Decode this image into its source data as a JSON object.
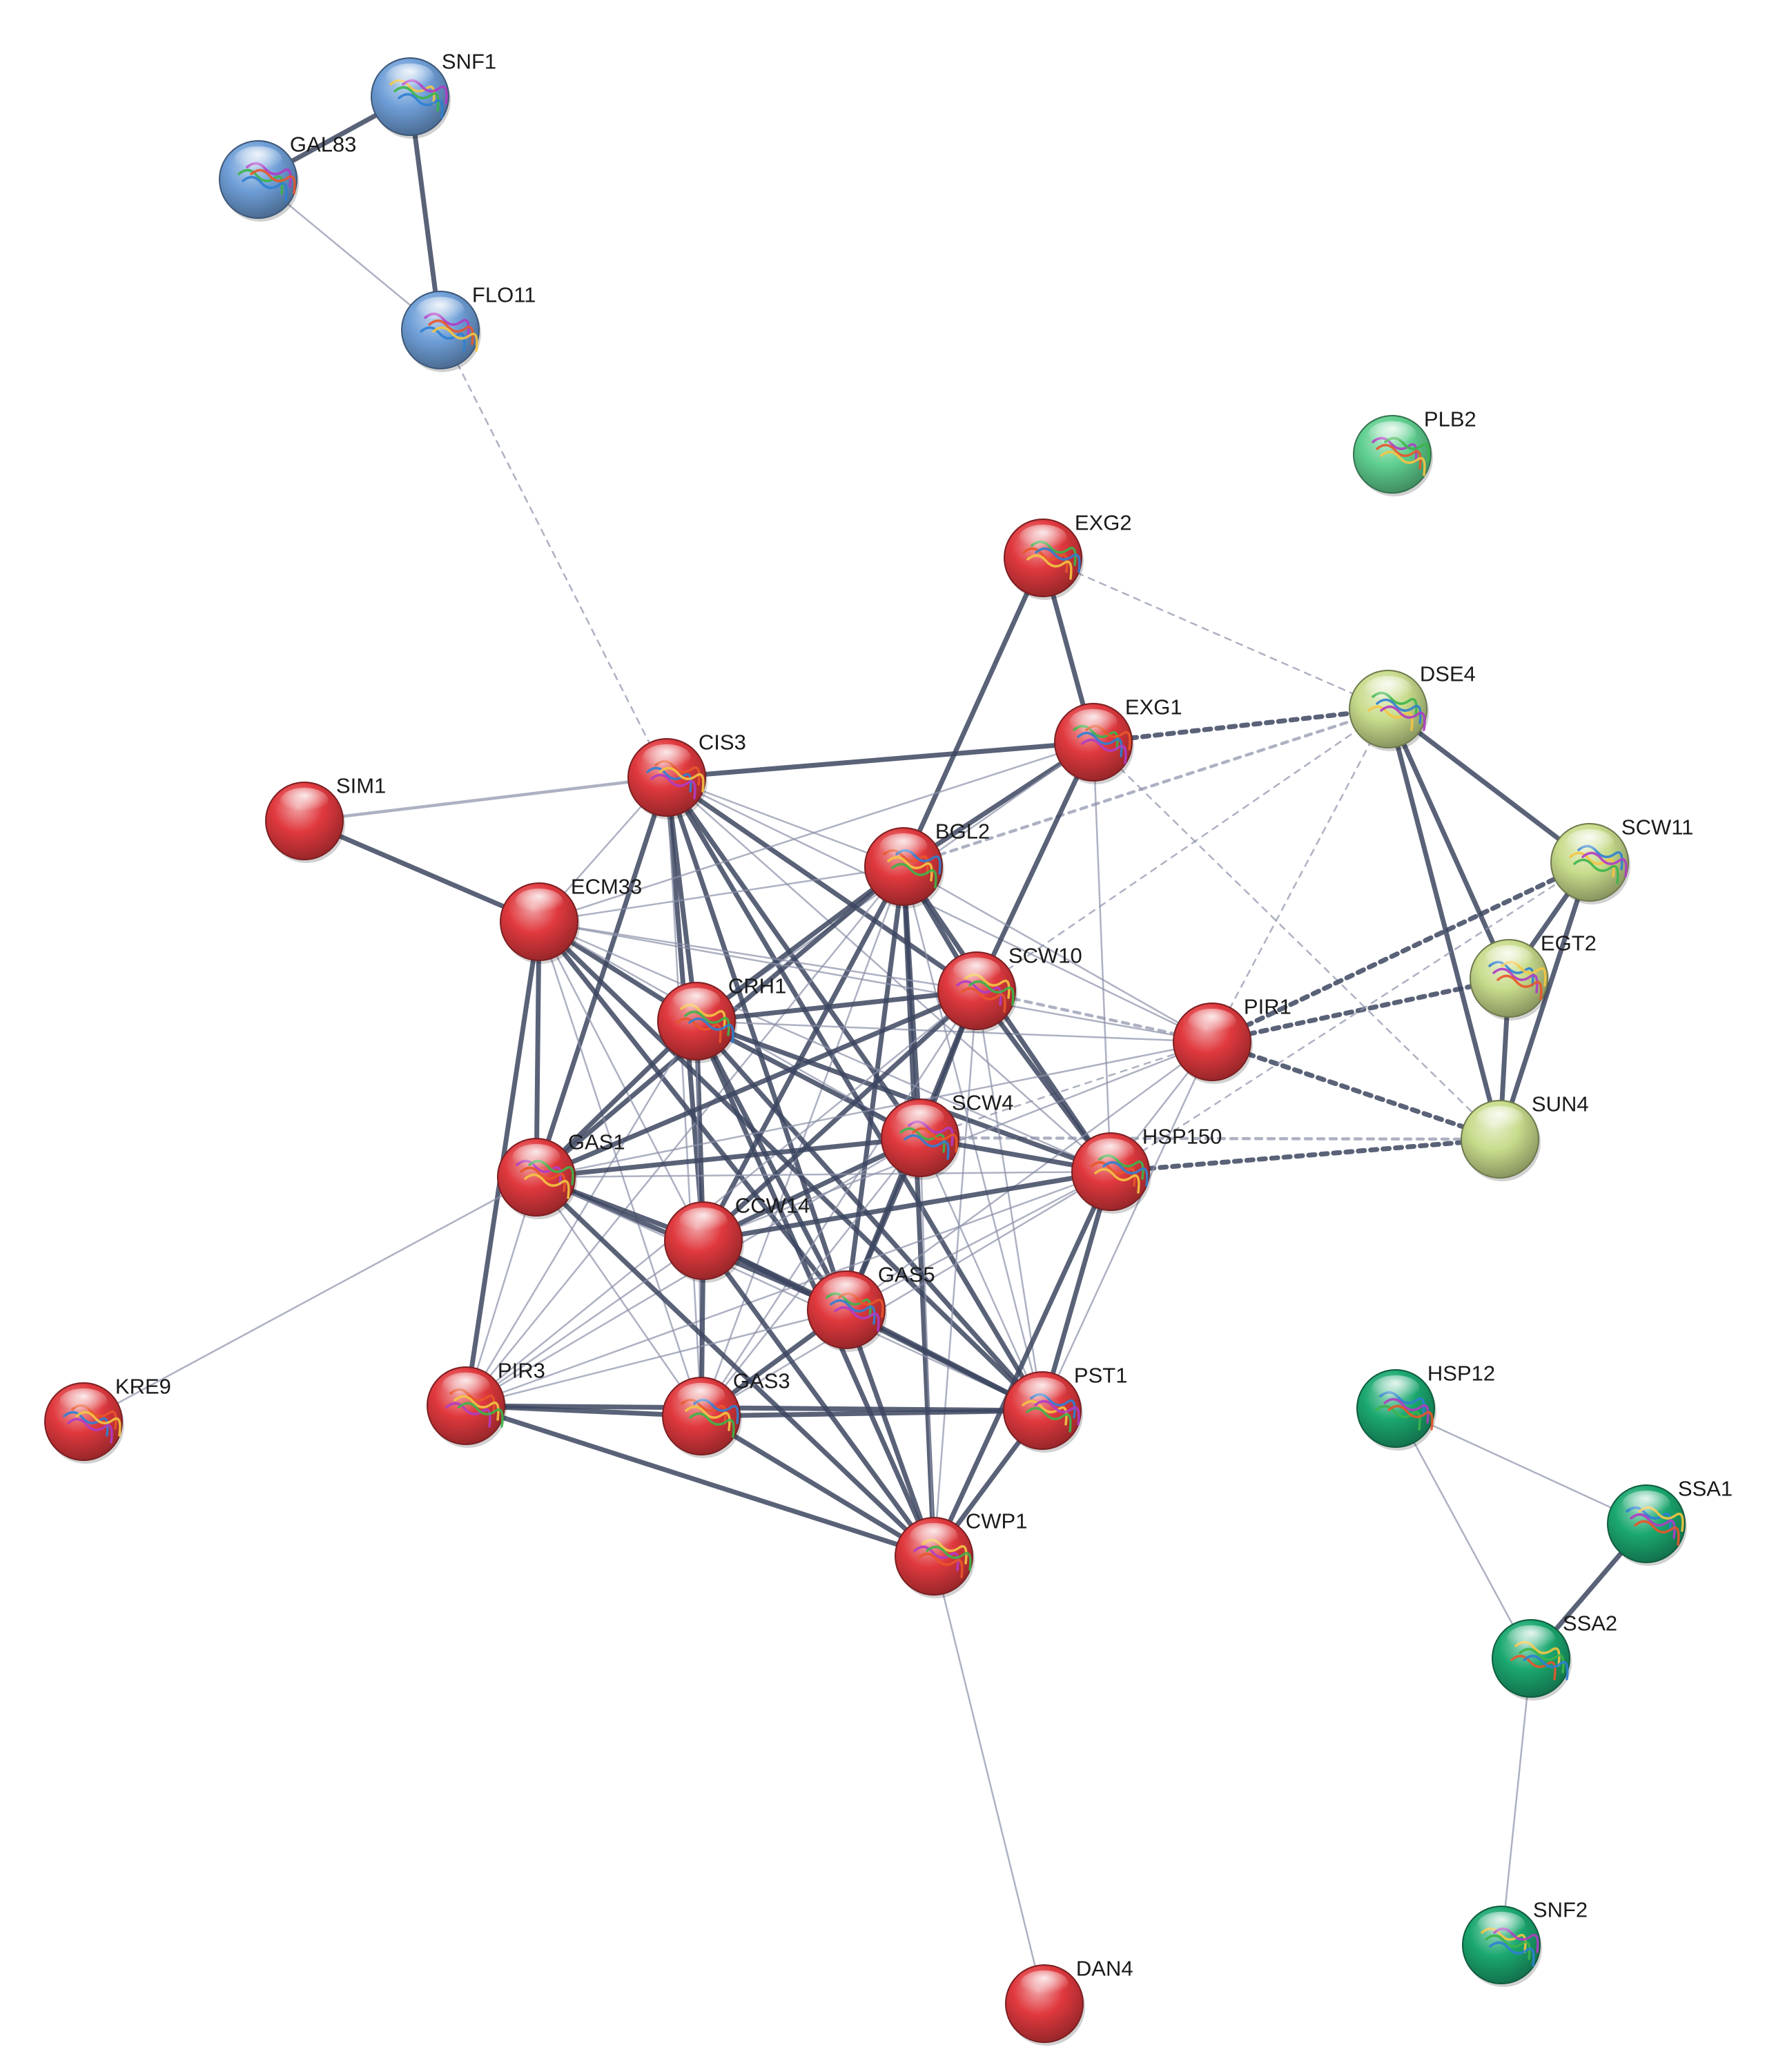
{
  "palette": {
    "red": "#e0393e",
    "blue": "#6f9fd8",
    "khaki": "#c8dc8c",
    "light-green": "#5fcf8f",
    "teal": "#1ba870",
    "edge": "#3d4660",
    "edge-light": "#8a90a8"
  },
  "nodes": [
    {
      "id": "SNF1",
      "label": "SNF1",
      "color": "blue",
      "has_structure": true
    },
    {
      "id": "GAL83",
      "label": "GAL83",
      "color": "blue",
      "has_structure": true
    },
    {
      "id": "FLO11",
      "label": "FLO11",
      "color": "blue",
      "has_structure": true
    },
    {
      "id": "PLB2",
      "label": "PLB2",
      "color": "light-green",
      "has_structure": true
    },
    {
      "id": "EXG2",
      "label": "EXG2",
      "color": "red",
      "has_structure": true
    },
    {
      "id": "DSE4",
      "label": "DSE4",
      "color": "khaki",
      "has_structure": true
    },
    {
      "id": "EXG1",
      "label": "EXG1",
      "color": "red",
      "has_structure": true
    },
    {
      "id": "CIS3",
      "label": "CIS3",
      "color": "red",
      "has_structure": true
    },
    {
      "id": "SIM1",
      "label": "SIM1",
      "color": "red",
      "has_structure": false
    },
    {
      "id": "BGL2",
      "label": "BGL2",
      "color": "red",
      "has_structure": true
    },
    {
      "id": "SCW11",
      "label": "SCW11",
      "color": "khaki",
      "has_structure": true
    },
    {
      "id": "ECM33",
      "label": "ECM33",
      "color": "red",
      "has_structure": false
    },
    {
      "id": "EGT2",
      "label": "EGT2",
      "color": "khaki",
      "has_structure": true
    },
    {
      "id": "SCW10",
      "label": "SCW10",
      "color": "red",
      "has_structure": true
    },
    {
      "id": "CRH1",
      "label": "CRH1",
      "color": "red",
      "has_structure": true
    },
    {
      "id": "PIR1",
      "label": "PIR1",
      "color": "red",
      "has_structure": false
    },
    {
      "id": "SCW4",
      "label": "SCW4",
      "color": "red",
      "has_structure": true
    },
    {
      "id": "SUN4",
      "label": "SUN4",
      "color": "khaki",
      "has_structure": false
    },
    {
      "id": "GAS1",
      "label": "GAS1",
      "color": "red",
      "has_structure": true
    },
    {
      "id": "HSP150",
      "label": "HSP150",
      "color": "red",
      "has_structure": true
    },
    {
      "id": "CCW14",
      "label": "CCW14",
      "color": "red",
      "has_structure": false
    },
    {
      "id": "GAS5",
      "label": "GAS5",
      "color": "red",
      "has_structure": true
    },
    {
      "id": "KRE9",
      "label": "KRE9",
      "color": "red",
      "has_structure": true
    },
    {
      "id": "PIR3",
      "label": "PIR3",
      "color": "red",
      "has_structure": true
    },
    {
      "id": "GAS3",
      "label": "GAS3",
      "color": "red",
      "has_structure": true
    },
    {
      "id": "PST1",
      "label": "PST1",
      "color": "red",
      "has_structure": true
    },
    {
      "id": "HSP12",
      "label": "HSP12",
      "color": "teal",
      "has_structure": true
    },
    {
      "id": "SSA1",
      "label": "SSA1",
      "color": "teal",
      "has_structure": true
    },
    {
      "id": "CWP1",
      "label": "CWP1",
      "color": "red",
      "has_structure": true
    },
    {
      "id": "SSA2",
      "label": "SSA2",
      "color": "teal",
      "has_structure": true
    },
    {
      "id": "SNF2",
      "label": "SNF2",
      "color": "teal",
      "has_structure": true
    },
    {
      "id": "DAN4",
      "label": "DAN4",
      "color": "red",
      "has_structure": false
    }
  ],
  "edges": [
    {
      "source": "SNF1",
      "target": "GAL83",
      "style": "solid",
      "weight": 3
    },
    {
      "source": "SNF1",
      "target": "FLO11",
      "style": "solid",
      "weight": 3
    },
    {
      "source": "GAL83",
      "target": "FLO11",
      "style": "solid",
      "weight": 1
    },
    {
      "source": "FLO11",
      "target": "CIS3",
      "style": "dashed",
      "weight": 1
    },
    {
      "source": "EXG2",
      "target": "EXG1",
      "style": "solid",
      "weight": 3
    },
    {
      "source": "EXG2",
      "target": "BGL2",
      "style": "solid",
      "weight": 3
    },
    {
      "source": "EXG2",
      "target": "DSE4",
      "style": "dashed",
      "weight": 1
    },
    {
      "source": "DSE4",
      "target": "SCW11",
      "style": "solid",
      "weight": 3
    },
    {
      "source": "DSE4",
      "target": "EGT2",
      "style": "solid",
      "weight": 3
    },
    {
      "source": "DSE4",
      "target": "SUN4",
      "style": "solid",
      "weight": 3
    },
    {
      "source": "SCW11",
      "target": "EGT2",
      "style": "solid",
      "weight": 3
    },
    {
      "source": "SCW11",
      "target": "SUN4",
      "style": "solid",
      "weight": 3
    },
    {
      "source": "EGT2",
      "target": "SUN4",
      "style": "solid",
      "weight": 3
    },
    {
      "source": "EXG1",
      "target": "DSE4",
      "style": "dashed",
      "weight": 3
    },
    {
      "source": "BGL2",
      "target": "DSE4",
      "style": "dashed",
      "weight": 2
    },
    {
      "source": "SCW10",
      "target": "DSE4",
      "style": "dashed",
      "weight": 1
    },
    {
      "source": "PIR1",
      "target": "DSE4",
      "style": "dashed",
      "weight": 1
    },
    {
      "source": "EXG1",
      "target": "SUN4",
      "style": "dashed",
      "weight": 1
    },
    {
      "source": "PIR1",
      "target": "SCW11",
      "style": "dashed",
      "weight": 3
    },
    {
      "source": "PIR1",
      "target": "EGT2",
      "style": "dashed",
      "weight": 3
    },
    {
      "source": "PIR1",
      "target": "SUN4",
      "style": "dashed",
      "weight": 3
    },
    {
      "source": "HSP150",
      "target": "SUN4",
      "style": "dashed",
      "weight": 3
    },
    {
      "source": "SCW4",
      "target": "SUN4",
      "style": "dashed",
      "weight": 2
    },
    {
      "source": "HSP150",
      "target": "SCW11",
      "style": "dashed",
      "weight": 1
    },
    {
      "source": "SCW10",
      "target": "PIR1",
      "style": "dashed",
      "weight": 2
    },
    {
      "source": "SCW4",
      "target": "PIR1",
      "style": "dashed",
      "weight": 1
    },
    {
      "source": "SIM1",
      "target": "CIS3",
      "style": "solid",
      "weight": 2
    },
    {
      "source": "SIM1",
      "target": "ECM33",
      "style": "solid",
      "weight": 3
    },
    {
      "source": "CIS3",
      "target": "EXG1",
      "style": "solid",
      "weight": 3
    },
    {
      "source": "CIS3",
      "target": "ECM33",
      "style": "solid",
      "weight": 1
    },
    {
      "source": "CIS3",
      "target": "BGL2",
      "style": "solid",
      "weight": 1
    },
    {
      "source": "CIS3",
      "target": "CRH1",
      "style": "solid",
      "weight": 3
    },
    {
      "source": "CIS3",
      "target": "SCW10",
      "style": "solid",
      "weight": 3
    },
    {
      "source": "CIS3",
      "target": "SCW4",
      "style": "solid",
      "weight": 3
    },
    {
      "source": "CIS3",
      "target": "GAS1",
      "style": "solid",
      "weight": 3
    },
    {
      "source": "CIS3",
      "target": "CCW14",
      "style": "solid",
      "weight": 3
    },
    {
      "source": "CIS3",
      "target": "GAS5",
      "style": "solid",
      "weight": 3
    },
    {
      "source": "CIS3",
      "target": "HSP150",
      "style": "solid",
      "weight": 1
    },
    {
      "source": "CIS3",
      "target": "PIR1",
      "style": "solid",
      "weight": 1
    },
    {
      "source": "CIS3",
      "target": "GAS3",
      "style": "solid",
      "weight": 1
    },
    {
      "source": "CIS3",
      "target": "PST1",
      "style": "solid",
      "weight": 3
    },
    {
      "source": "EXG1",
      "target": "BGL2",
      "style": "solid",
      "weight": 3
    },
    {
      "source": "EXG1",
      "target": "SCW10",
      "style": "solid",
      "weight": 3
    },
    {
      "source": "EXG1",
      "target": "HSP150",
      "style": "solid",
      "weight": 1
    },
    {
      "source": "EXG1",
      "target": "ECM33",
      "style": "solid",
      "weight": 1
    },
    {
      "source": "EXG1",
      "target": "CRH1",
      "style": "solid",
      "weight": 1
    },
    {
      "source": "BGL2",
      "target": "ECM33",
      "style": "solid",
      "weight": 1
    },
    {
      "source": "BGL2",
      "target": "CRH1",
      "style": "solid",
      "weight": 3
    },
    {
      "source": "BGL2",
      "target": "SCW10",
      "style": "solid",
      "weight": 3
    },
    {
      "source": "BGL2",
      "target": "SCW4",
      "style": "solid",
      "weight": 3
    },
    {
      "source": "BGL2",
      "target": "GAS1",
      "style": "solid",
      "weight": 3
    },
    {
      "source": "BGL2",
      "target": "CCW14",
      "style": "solid",
      "weight": 3
    },
    {
      "source": "BGL2",
      "target": "GAS5",
      "style": "solid",
      "weight": 3
    },
    {
      "source": "BGL2",
      "target": "PIR1",
      "style": "solid",
      "weight": 1
    },
    {
      "source": "BGL2",
      "target": "HSP150",
      "style": "solid",
      "weight": 3
    },
    {
      "source": "BGL2",
      "target": "PIR3",
      "style": "solid",
      "weight": 1
    },
    {
      "source": "BGL2",
      "target": "GAS3",
      "style": "solid",
      "weight": 1
    },
    {
      "source": "BGL2",
      "target": "PST1",
      "style": "solid",
      "weight": 1
    },
    {
      "source": "BGL2",
      "target": "CWP1",
      "style": "solid",
      "weight": 3
    },
    {
      "source": "ECM33",
      "target": "CRH1",
      "style": "solid",
      "weight": 3
    },
    {
      "source": "ECM33",
      "target": "SCW10",
      "style": "solid",
      "weight": 1
    },
    {
      "source": "ECM33",
      "target": "SCW4",
      "style": "solid",
      "weight": 1
    },
    {
      "source": "ECM33",
      "target": "GAS1",
      "style": "solid",
      "weight": 3
    },
    {
      "source": "ECM33",
      "target": "CCW14",
      "style": "solid",
      "weight": 1
    },
    {
      "source": "ECM33",
      "target": "GAS5",
      "style": "solid",
      "weight": 3
    },
    {
      "source": "ECM33",
      "target": "PIR1",
      "style": "solid",
      "weight": 1
    },
    {
      "source": "ECM33",
      "target": "HSP150",
      "style": "solid",
      "weight": 1
    },
    {
      "source": "ECM33",
      "target": "PIR3",
      "style": "solid",
      "weight": 3
    },
    {
      "source": "ECM33",
      "target": "GAS3",
      "style": "solid",
      "weight": 1
    },
    {
      "source": "ECM33",
      "target": "PST1",
      "style": "solid",
      "weight": 3
    },
    {
      "source": "CRH1",
      "target": "SCW10",
      "style": "solid",
      "weight": 3
    },
    {
      "source": "CRH1",
      "target": "SCW4",
      "style": "solid",
      "weight": 3
    },
    {
      "source": "CRH1",
      "target": "GAS1",
      "style": "solid",
      "weight": 3
    },
    {
      "source": "CRH1",
      "target": "CCW14",
      "style": "solid",
      "weight": 3
    },
    {
      "source": "CRH1",
      "target": "GAS5",
      "style": "solid",
      "weight": 3
    },
    {
      "source": "CRH1",
      "target": "PIR1",
      "style": "solid",
      "weight": 1
    },
    {
      "source": "CRH1",
      "target": "HSP150",
      "style": "solid",
      "weight": 3
    },
    {
      "source": "CRH1",
      "target": "PIR3",
      "style": "solid",
      "weight": 1
    },
    {
      "source": "CRH1",
      "target": "GAS3",
      "style": "solid",
      "weight": 1
    },
    {
      "source": "CRH1",
      "target": "PST1",
      "style": "solid",
      "weight": 3
    },
    {
      "source": "CRH1",
      "target": "CWP1",
      "style": "solid",
      "weight": 3
    },
    {
      "source": "SCW10",
      "target": "SCW4",
      "style": "solid",
      "weight": 3
    },
    {
      "source": "SCW10",
      "target": "GAS1",
      "style": "solid",
      "weight": 3
    },
    {
      "source": "SCW10",
      "target": "CCW14",
      "style": "solid",
      "weight": 3
    },
    {
      "source": "SCW10",
      "target": "GAS5",
      "style": "solid",
      "weight": 3
    },
    {
      "source": "SCW10",
      "target": "HSP150",
      "style": "solid",
      "weight": 3
    },
    {
      "source": "SCW10",
      "target": "PIR3",
      "style": "solid",
      "weight": 1
    },
    {
      "source": "SCW10",
      "target": "GAS3",
      "style": "solid",
      "weight": 1
    },
    {
      "source": "SCW10",
      "target": "PST1",
      "style": "solid",
      "weight": 1
    },
    {
      "source": "SCW10",
      "target": "CWP1",
      "style": "solid",
      "weight": 1
    },
    {
      "source": "PIR1",
      "target": "GAS1",
      "style": "solid",
      "weight": 1
    },
    {
      "source": "PIR1",
      "target": "CCW14",
      "style": "solid",
      "weight": 1
    },
    {
      "source": "PIR1",
      "target": "HSP150",
      "style": "solid",
      "weight": 1
    },
    {
      "source": "PIR1",
      "target": "GAS5",
      "style": "solid",
      "weight": 1
    },
    {
      "source": "PIR1",
      "target": "PST1",
      "style": "solid",
      "weight": 1
    },
    {
      "source": "SCW4",
      "target": "GAS1",
      "style": "solid",
      "weight": 3
    },
    {
      "source": "SCW4",
      "target": "CCW14",
      "style": "solid",
      "weight": 3
    },
    {
      "source": "SCW4",
      "target": "GAS5",
      "style": "solid",
      "weight": 3
    },
    {
      "source": "SCW4",
      "target": "HSP150",
      "style": "solid",
      "weight": 3
    },
    {
      "source": "SCW4",
      "target": "PIR3",
      "style": "solid",
      "weight": 1
    },
    {
      "source": "SCW4",
      "target": "GAS3",
      "style": "solid",
      "weight": 1
    },
    {
      "source": "SCW4",
      "target": "PST1",
      "style": "solid",
      "weight": 1
    },
    {
      "source": "SCW4",
      "target": "CWP1",
      "style": "solid",
      "weight": 1
    },
    {
      "source": "GAS1",
      "target": "HSP150",
      "style": "solid",
      "weight": 1
    },
    {
      "source": "GAS1",
      "target": "CCW14",
      "style": "solid",
      "weight": 3
    },
    {
      "source": "GAS1",
      "target": "GAS5",
      "style": "solid",
      "weight": 3
    },
    {
      "source": "GAS1",
      "target": "KRE9",
      "style": "solid",
      "weight": 1
    },
    {
      "source": "GAS1",
      "target": "PIR3",
      "style": "solid",
      "weight": 1
    },
    {
      "source": "GAS1",
      "target": "GAS3",
      "style": "solid",
      "weight": 1
    },
    {
      "source": "GAS1",
      "target": "PST1",
      "style": "solid",
      "weight": 1
    },
    {
      "source": "GAS1",
      "target": "CWP1",
      "style": "solid",
      "weight": 3
    },
    {
      "source": "HSP150",
      "target": "CCW14",
      "style": "solid",
      "weight": 3
    },
    {
      "source": "HSP150",
      "target": "GAS5",
      "style": "solid",
      "weight": 1
    },
    {
      "source": "HSP150",
      "target": "PIR3",
      "style": "solid",
      "weight": 1
    },
    {
      "source": "HSP150",
      "target": "GAS3",
      "style": "solid",
      "weight": 1
    },
    {
      "source": "HSP150",
      "target": "PST1",
      "style": "solid",
      "weight": 3
    },
    {
      "source": "HSP150",
      "target": "CWP1",
      "style": "solid",
      "weight": 3
    },
    {
      "source": "CCW14",
      "target": "GAS5",
      "style": "solid",
      "weight": 3
    },
    {
      "source": "CCW14",
      "target": "PIR3",
      "style": "solid",
      "weight": 1
    },
    {
      "source": "CCW14",
      "target": "GAS3",
      "style": "solid",
      "weight": 3
    },
    {
      "source": "CCW14",
      "target": "PST1",
      "style": "solid",
      "weight": 3
    },
    {
      "source": "CCW14",
      "target": "CWP1",
      "style": "solid",
      "weight": 3
    },
    {
      "source": "GAS5",
      "target": "PIR3",
      "style": "solid",
      "weight": 1
    },
    {
      "source": "GAS5",
      "target": "GAS3",
      "style": "solid",
      "weight": 3
    },
    {
      "source": "GAS5",
      "target": "PST1",
      "style": "solid",
      "weight": 3
    },
    {
      "source": "GAS5",
      "target": "CWP1",
      "style": "solid",
      "weight": 3
    },
    {
      "source": "PIR3",
      "target": "GAS3",
      "style": "solid",
      "weight": 3
    },
    {
      "source": "PIR3",
      "target": "PST1",
      "style": "solid",
      "weight": 3
    },
    {
      "source": "PIR3",
      "target": "CWP1",
      "style": "solid",
      "weight": 3
    },
    {
      "source": "GAS3",
      "target": "PST1",
      "style": "solid",
      "weight": 3
    },
    {
      "source": "GAS3",
      "target": "CWP1",
      "style": "solid",
      "weight": 3
    },
    {
      "source": "PST1",
      "target": "CWP1",
      "style": "solid",
      "weight": 3
    },
    {
      "source": "CWP1",
      "target": "DAN4",
      "style": "solid",
      "weight": 1
    },
    {
      "source": "HSP12",
      "target": "SSA1",
      "style": "solid",
      "weight": 1
    },
    {
      "source": "HSP12",
      "target": "SSA2",
      "style": "solid",
      "weight": 1
    },
    {
      "source": "SSA1",
      "target": "SSA2",
      "style": "solid",
      "weight": 3
    },
    {
      "source": "SSA2",
      "target": "SNF2",
      "style": "solid",
      "weight": 1
    }
  ]
}
